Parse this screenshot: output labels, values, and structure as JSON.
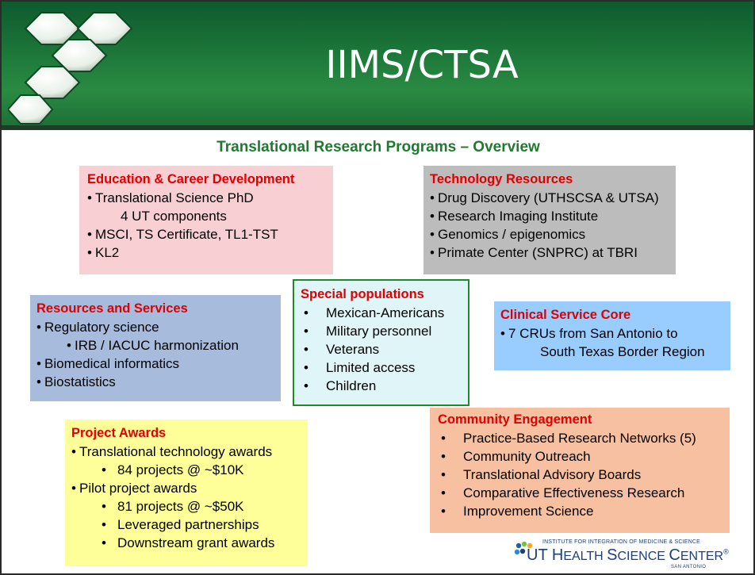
{
  "slide": {
    "title": "IIMS/CTSA",
    "subtitle": "Translational Research Programs – Overview"
  },
  "education": {
    "heading": "Education & Career Development",
    "items": [
      "Translational Science PhD",
      "4 UT components",
      "MSCI, TS Certificate, TL1-TST",
      "KL2"
    ]
  },
  "technology": {
    "heading": "Technology Resources",
    "items": [
      "Drug Discovery (UTHSCSA & UTSA)",
      "Research Imaging Institute",
      "Genomics / epigenomics",
      "Primate Center (SNPRC) at TBRI"
    ]
  },
  "resources": {
    "heading": "Resources and Services",
    "items": [
      "Regulatory science",
      "IRB / IACUC harmonization",
      "Biomedical informatics",
      "Biostatistics"
    ]
  },
  "special": {
    "heading": "Special populations",
    "items": [
      "Mexican-Americans",
      "Military personnel",
      "Veterans",
      "Limited access",
      "Children"
    ]
  },
  "clinical": {
    "heading": "Clinical Service Core",
    "items": [
      "7 CRUs from San Antonio to",
      "South Texas Border Region"
    ]
  },
  "project": {
    "heading": "Project Awards",
    "items": [
      "Translational technology awards",
      "84 projects @ ~$10K",
      "Pilot project awards",
      "81 projects @ ~$50K",
      "Leveraged partnerships",
      "Downstream grant awards"
    ]
  },
  "community": {
    "heading": "Community Engagement",
    "items": [
      "Practice-Based Research Networks (5)",
      "Community Outreach",
      "Translational Advisory Boards",
      "Comparative Effectiveness Research",
      "Improvement Science"
    ]
  },
  "logo": {
    "tagline": "INSTITUTE FOR INTEGRATION OF MEDICINE & SCIENCE",
    "name_ut": "UT ",
    "name_h": "H",
    "name_ealth": "EALTH ",
    "name_s": "S",
    "name_cience": "CIENCE ",
    "name_c": "C",
    "name_enter": "ENTER",
    "reg": "®",
    "location": "SAN ANTONIO"
  },
  "colors": {
    "header_green": "#1e7a3a",
    "heading_red": "#e00000",
    "subtitle_green": "#1e7a2e"
  }
}
